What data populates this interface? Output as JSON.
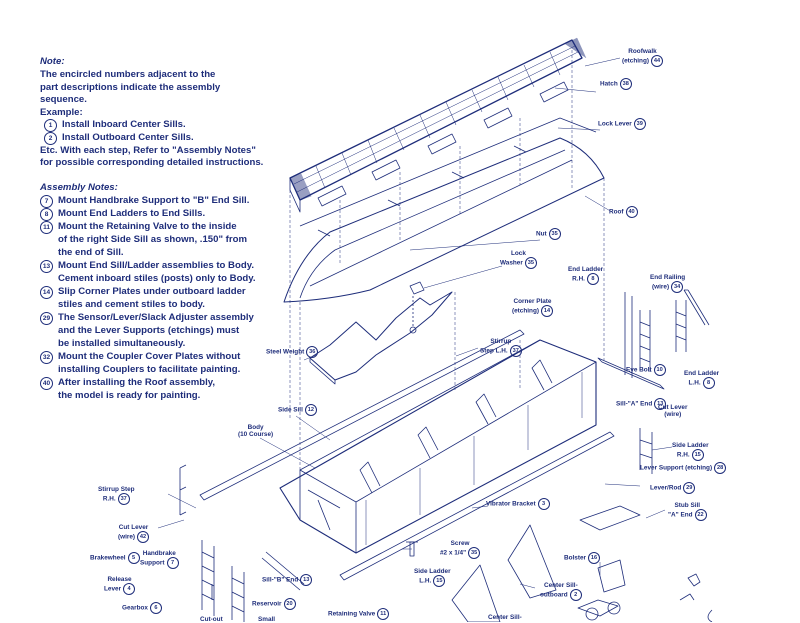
{
  "note": {
    "heading": "Note:",
    "lines": [
      "The encircled numbers adjacent to the",
      "part descriptions indicate the assembly",
      "sequence."
    ],
    "example_heading": "Example:",
    "example_steps": [
      {
        "num": "1",
        "text": "Install Inboard Center Sills."
      },
      {
        "num": "2",
        "text": "Install Outboard Center Sills."
      }
    ],
    "etc_lines": [
      "Etc. With each step, Refer to \"Assembly Notes\"",
      "for possible corresponding detailed instructions."
    ]
  },
  "assembly_notes": {
    "heading": "Assembly Notes:",
    "items": [
      {
        "num": "7",
        "lines": [
          "Mount Handbrake Support to \"B\" End Sill."
        ]
      },
      {
        "num": "8",
        "lines": [
          "Mount End Ladders to End Sills."
        ]
      },
      {
        "num": "11",
        "lines": [
          "Mount the Retaining Valve to the inside",
          "of the right Side Sill as shown, .150\" from",
          "the end of Sill."
        ]
      },
      {
        "num": "13",
        "lines": [
          "Mount End Sill/Ladder assemblies to Body.",
          "Cement inboard stiles (posts) only to Body."
        ]
      },
      {
        "num": "14",
        "lines": [
          "Slip Corner Plates under outboard ladder",
          "stiles and cement stiles to body."
        ]
      },
      {
        "num": "29",
        "lines": [
          "The Sensor/Lever/Slack Adjuster assembly",
          "and the Lever Supports (etchings) must",
          "be installed simultaneously."
        ]
      },
      {
        "num": "32",
        "lines": [
          "Mount the Coupler Cover Plates without",
          "installing Couplers to facilitate painting."
        ]
      },
      {
        "num": "40",
        "lines": [
          "After installing the Roof assembly,",
          "the model is ready for painting."
        ]
      }
    ]
  },
  "parts": [
    {
      "name": "Roofwalk (etching)",
      "l1": "Roofwalk",
      "l2": "(etching)",
      "num": "44"
    },
    {
      "name": "Hatch",
      "l1": "Hatch",
      "l2": "",
      "num": "38"
    },
    {
      "name": "Lock Lever",
      "l1": "Lock Lever",
      "l2": "",
      "num": "39"
    },
    {
      "name": "Roof",
      "l1": "Roof",
      "l2": "",
      "num": "40"
    },
    {
      "name": "Nut",
      "l1": "Nut",
      "l2": "",
      "num": "35"
    },
    {
      "name": "Lock Washer",
      "l1": "Lock",
      "l2": "Washer",
      "num": "35"
    },
    {
      "name": "End Ladder R.H.",
      "l1": "End Ladder",
      "l2": "R.H.",
      "num": "8"
    },
    {
      "name": "End Railing (wire)",
      "l1": "End Railing",
      "l2": "(wire)",
      "num": "34"
    },
    {
      "name": "Corner Plate (etching)",
      "l1": "Corner Plate",
      "l2": "(etching)",
      "num": "14"
    },
    {
      "name": "Steel Weight",
      "l1": "Steel Weight",
      "l2": "",
      "num": "36"
    },
    {
      "name": "Stirrup Step L.H.",
      "l1": "Stirrup",
      "l2": "Step L.H.",
      "num": "37"
    },
    {
      "name": "Eye Bolt",
      "l1": "Eye Bolt",
      "l2": "",
      "num": "10"
    },
    {
      "name": "End Ladder L.H.",
      "l1": "End Ladder",
      "l2": "L.H.",
      "num": "8"
    },
    {
      "name": "Sill-\"A\" End",
      "l1": "Sill-\"A\" End",
      "l2": "",
      "num": "13"
    },
    {
      "name": "Cut Lever (wire) A",
      "l1": "Cut Lever",
      "l2": "(wire)",
      "num": ""
    },
    {
      "name": "Side Sill",
      "l1": "Side Sill",
      "l2": "",
      "num": "12"
    },
    {
      "name": "Body (10 Course)",
      "l1": "Body",
      "l2": "(10 Course)",
      "num": ""
    },
    {
      "name": "Side Ladder R.H.",
      "l1": "Side Ladder",
      "l2": "R.H.",
      "num": "15"
    },
    {
      "name": "Lever Support (etching)",
      "l1": "Lever Support (etching)",
      "l2": "",
      "num": "28"
    },
    {
      "name": "Lever/Rod",
      "l1": "Lever/Rod",
      "l2": "",
      "num": "29"
    },
    {
      "name": "Stirrup Step R.H.",
      "l1": "Stirrup Step",
      "l2": "R.H.",
      "num": "37"
    },
    {
      "name": "Vibrator Bracket",
      "l1": "Vibrator Bracket",
      "l2": "",
      "num": "3"
    },
    {
      "name": "Stub Sill \"A\" End",
      "l1": "Stub Sill",
      "l2": "\"A\" End",
      "num": "22"
    },
    {
      "name": "Cut Lever (wire) B",
      "l1": "Cut Lever",
      "l2": "(wire)",
      "num": "42"
    },
    {
      "name": "Brakewheel",
      "l1": "Brakewheel",
      "l2": "",
      "num": "5"
    },
    {
      "name": "Handbrake Support",
      "l1": "Handbrake",
      "l2": "Support",
      "num": "7"
    },
    {
      "name": "Screw #2 x 1/4\"",
      "l1": "Screw",
      "l2": "#2 x 1/4\"",
      "num": "35"
    },
    {
      "name": "Bolster",
      "l1": "Bolster",
      "l2": "",
      "num": "16"
    },
    {
      "name": "Release Lever",
      "l1": "Release",
      "l2": "Lever",
      "num": "4"
    },
    {
      "name": "Sill-\"B\" End",
      "l1": "Sill-\"B\" End",
      "l2": "",
      "num": "13"
    },
    {
      "name": "Side Ladder L.H.",
      "l1": "Side Ladder",
      "l2": "L.H.",
      "num": "15"
    },
    {
      "name": "Center Sill-outboard",
      "l1": "Center Sill-",
      "l2": "outboard",
      "num": "2"
    },
    {
      "name": "Gearbox",
      "l1": "Gearbox",
      "l2": "",
      "num": "6"
    },
    {
      "name": "Reservoir",
      "l1": "Reservoir",
      "l2": "",
      "num": "20"
    },
    {
      "name": "Retaining Valve",
      "l1": "Retaining Valve",
      "l2": "",
      "num": "11"
    },
    {
      "name": "Center Sill-",
      "l1": "Center Sill-",
      "l2": "",
      "num": ""
    },
    {
      "name": "Cut-out",
      "l1": "Cut-out",
      "l2": "",
      "num": ""
    },
    {
      "name": "Small",
      "l1": "Small",
      "l2": "",
      "num": ""
    }
  ]
}
